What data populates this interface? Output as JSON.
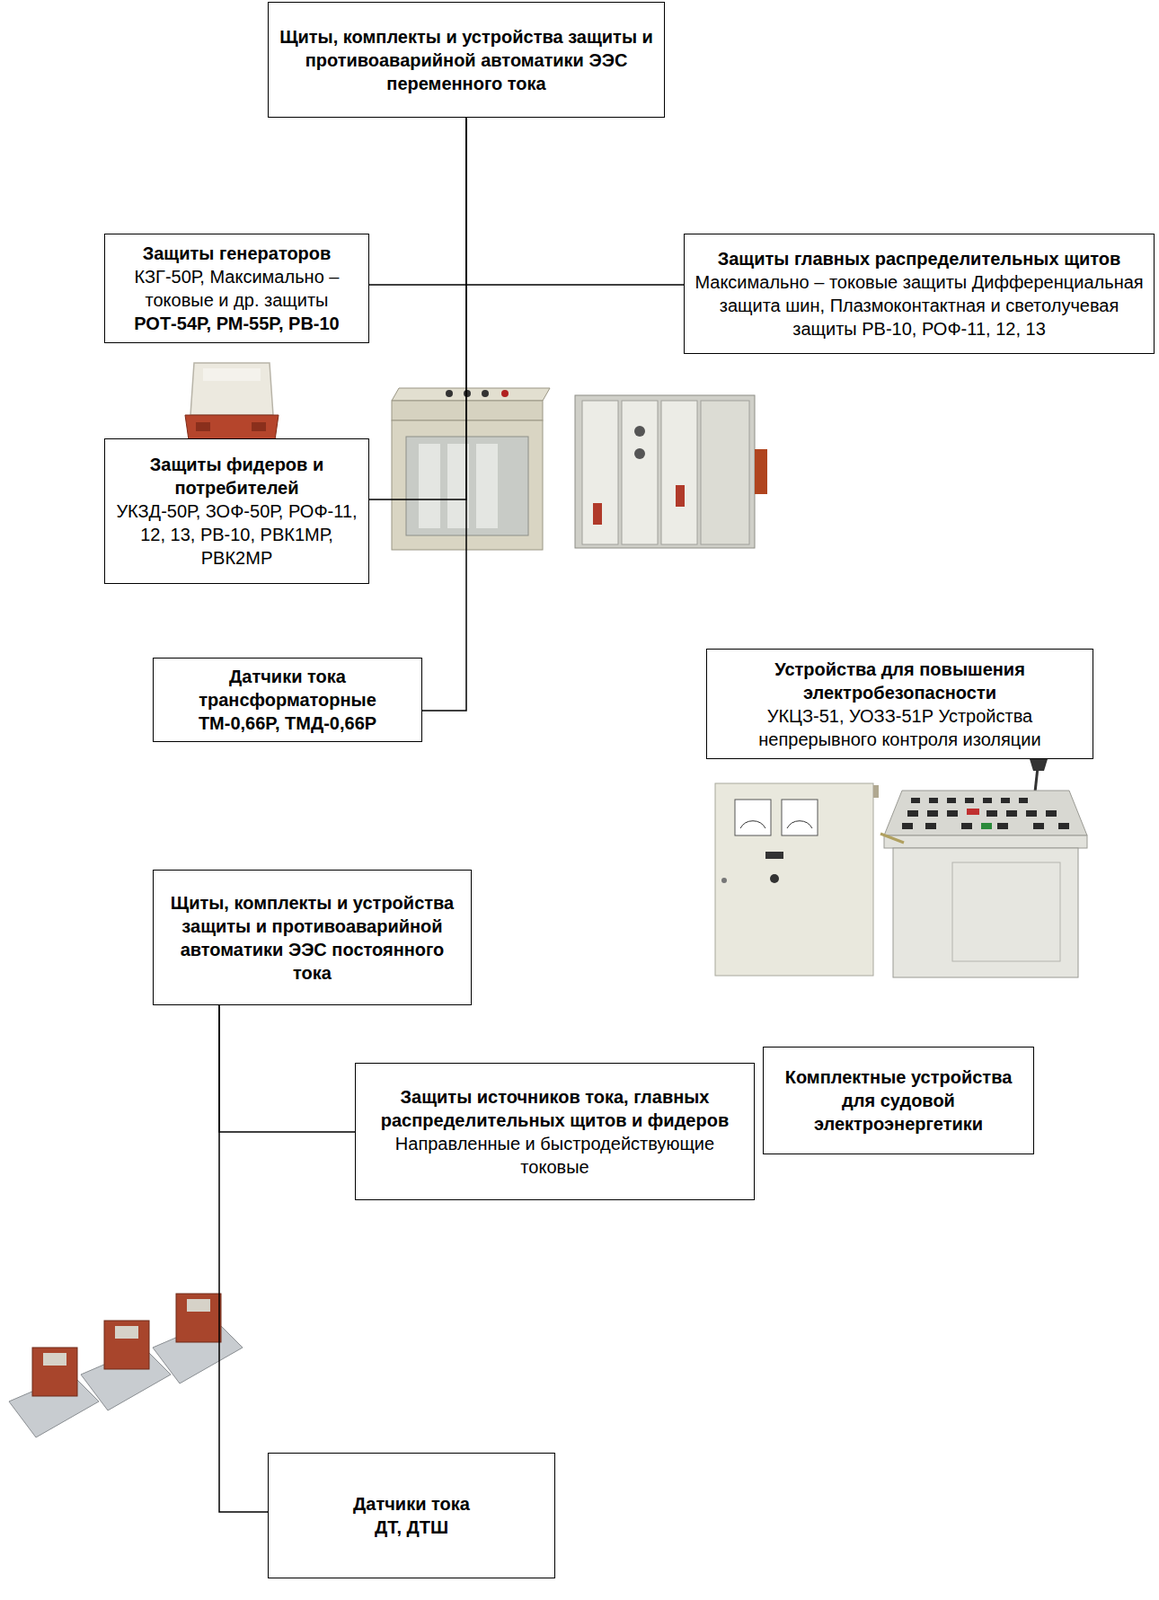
{
  "diagram": {
    "nodes": [
      {
        "text": [
          "Щиты, комплекты и устройства защиты и противоаварийной автоматики ЭЭС переменного тока"
        ]
      },
      {
        "text": [
          "Защиты генераторов",
          "КЗГ-50Р, Максимально – токовые и др. защиты",
          "РОТ-54Р, РМ-55Р, РВ-10"
        ]
      },
      {
        "text": [
          "Защиты главных распределительных щитов",
          "Максимально – токовые защиты Дифференциальная защита шин, Плазмоконтактная и светолучевая защиты РВ-10, РОФ-11, 12, 13"
        ]
      },
      {
        "text": [
          "Защиты фидеров и потребителей",
          "УКЗД-50Р, ЗОФ-50Р, РОФ-11, 12, 13, РВ-10, РВК1МР, РВК2МР"
        ]
      },
      {
        "text": [
          "Датчики тока трансформаторные",
          "ТМ-0,66Р, ТМД-0,66Р"
        ]
      },
      {
        "text": [
          "Устройства для повышения электробезопасности",
          "УКЦЗ-51, УОЗЗ-51Р Устройства непрерывного контроля изоляции"
        ]
      },
      {
        "text": [
          "Щиты, комплекты и устройства защиты и противоаварийной автоматики ЭЭС постоянного тока"
        ]
      },
      {
        "text": [
          "Защиты источников тока, главных распределительных щитов и фидеров",
          "Направленные и быстродействующие токовые"
        ]
      },
      {
        "text": [
          "Комплектные устройства для судовой электроэнергетики"
        ]
      },
      {
        "text": [
          "Датчики тока",
          "ДТ, ДТШ"
        ]
      }
    ],
    "edges": [
      {
        "from": 0,
        "to": 1,
        "arrow": "none"
      },
      {
        "from": 0,
        "to": 2,
        "arrow": "none"
      },
      {
        "from": 0,
        "to": 3,
        "arrow": "none"
      },
      {
        "from": 0,
        "to": 4,
        "arrow": "none"
      },
      {
        "from": 6,
        "to": 7,
        "arrow": "none"
      },
      {
        "from": 6,
        "to": 9,
        "arrow": "none"
      }
    ]
  }
}
